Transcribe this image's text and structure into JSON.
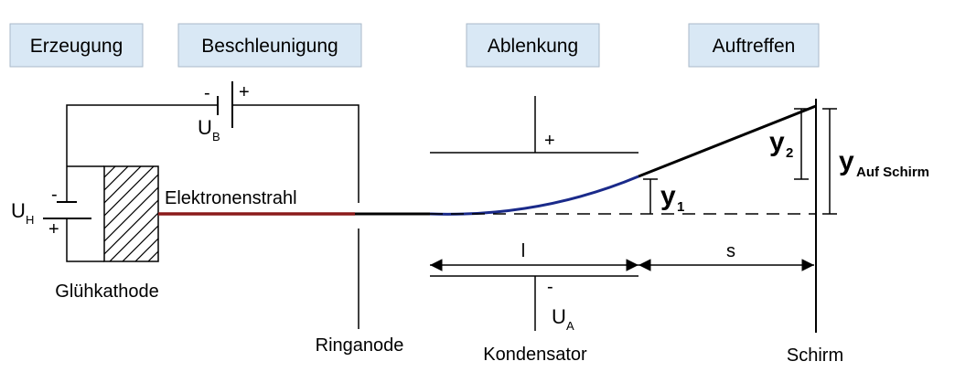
{
  "stage_boxes": [
    {
      "id": "erzeugung",
      "label": "Erzeugung"
    },
    {
      "id": "beschleunigung",
      "label": "Beschleunigung"
    },
    {
      "id": "ablenkung",
      "label": "Ablenkung"
    },
    {
      "id": "auftreffen",
      "label": "Auftreffen"
    }
  ],
  "labels": {
    "elektronenstrahl": "Elektronenstrahl",
    "gluehkathode": "Glühkathode",
    "ringanode": "Ringanode",
    "kondensator": "Kondensator",
    "schirm": "Schirm"
  },
  "battery_b": {
    "minus": "-",
    "plus": "+",
    "symbol": "U",
    "sub": "B"
  },
  "battery_h": {
    "minus": "-",
    "plus": "+",
    "symbol": "U",
    "sub": "H"
  },
  "capacitor": {
    "plus": "+",
    "minus": "-",
    "symbol": "U",
    "sub": "A"
  },
  "dimensions": {
    "l": "l",
    "s": "s",
    "y1": {
      "symbol": "y",
      "sub": "1"
    },
    "y2": {
      "symbol": "y",
      "sub": "2"
    },
    "y_screen": {
      "symbol": "y",
      "sub": "Auf Schirm"
    }
  },
  "colors": {
    "box_fill": "#d9e8f5",
    "box_stroke": "#a9b9c9",
    "beam_red": "#8b1a1a",
    "beam_blue": "#1a2a8a",
    "line": "#000000"
  }
}
